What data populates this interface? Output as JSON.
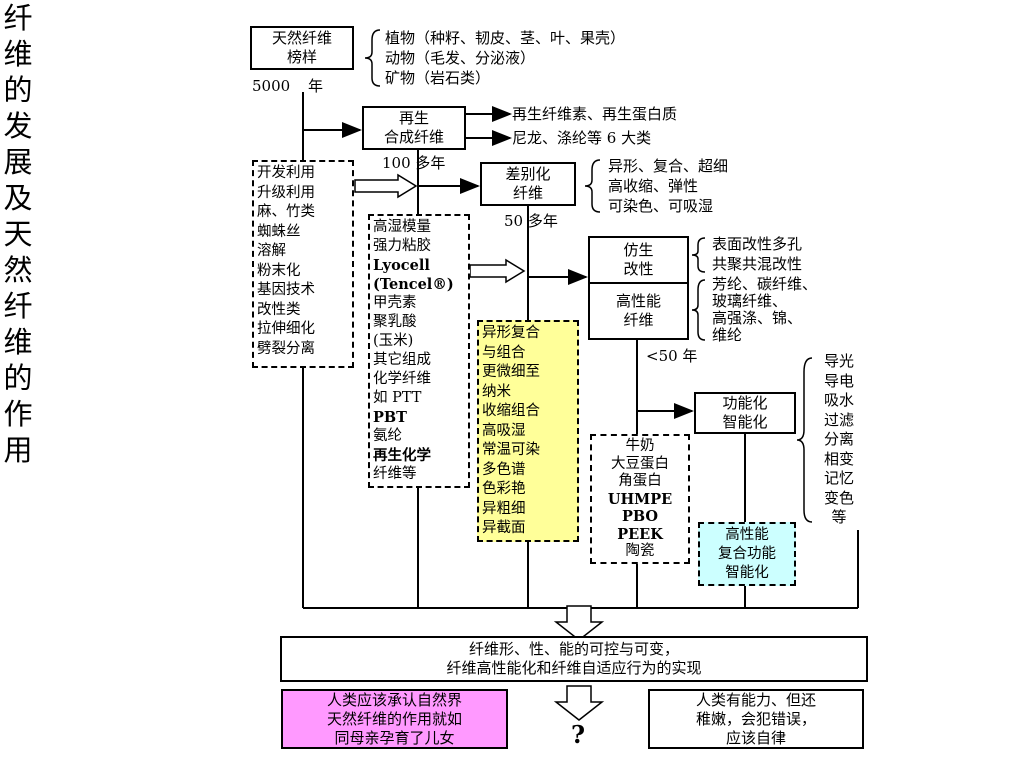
{
  "title": [
    "纤",
    "维",
    "的",
    "发",
    "展",
    "及",
    "天",
    "然",
    "纤",
    "维",
    "的",
    "作",
    "用"
  ],
  "nodes": {
    "natural": [
      "天然纤维",
      "榜样"
    ],
    "natural_sources": [
      "植物（种籽、韧皮、茎、叶、果壳）",
      "动物（毛发、分泌液）",
      "矿物（岩石类）"
    ],
    "years_5000": "5000",
    "year_unit": "年",
    "regen": [
      "再生",
      "合成纤维"
    ],
    "regen_out": [
      "再生纤维素、再生蛋白质",
      "尼龙、涤纶等 6 大类"
    ],
    "years_100": "100 多年",
    "diff": [
      "差别化",
      "纤维"
    ],
    "diff_props": [
      "异形、复合、超细",
      "高收缩、弹性",
      "可染色、可吸湿"
    ],
    "years_50": "50 多年",
    "bionic": [
      "仿生",
      "改性"
    ],
    "bionic_props": [
      "表面改性多孔",
      "共聚共混改性"
    ],
    "highperf": [
      "高性能",
      "纤维"
    ],
    "highperf_props": [
      "芳纶、碳纤维、",
      "玻璃纤维、",
      "高强涤、锦、",
      "维纶"
    ],
    "years_lt50": "<50 年",
    "functional": [
      "功能化",
      "智能化"
    ],
    "functional_props": [
      "导光",
      "导电",
      "吸水",
      "过滤",
      "分离",
      "相变",
      "记忆",
      "变色",
      "等"
    ],
    "dev_list": [
      "开发利用",
      "升级利用",
      "麻、竹类",
      "蜘蛛丝",
      "溶解",
      "粉末化",
      "基因技术",
      "改性类",
      "拉伸细化",
      "劈裂分离"
    ],
    "regen_list": [
      "高湿模量",
      "强力粘胶",
      "Lyocell",
      "(Tencel®)",
      "甲壳素",
      "聚乳酸",
      "(玉米)",
      "其它组成",
      "化学纤维",
      "如 PTT",
      "PBT",
      "氨纶",
      "再生化学",
      "纤维等"
    ],
    "diff_list": [
      "异形复合",
      "与组合",
      "更微细至",
      "纳米",
      "收缩组合",
      "高吸湿",
      "常温可染",
      "多色谱",
      "色彩艳",
      "异粗细",
      "异截面"
    ],
    "hp_list": [
      "牛奶",
      "大豆蛋白",
      "角蛋白",
      "UHMPE",
      "PBO",
      "PEEK",
      "陶瓷"
    ],
    "composite": [
      "高性能",
      "复合功能",
      "智能化"
    ],
    "summary": [
      "纤维形、性、能的可控与可变，",
      "纤维高性能化和纤维自适应行为的实现"
    ],
    "left_conclusion": [
      "人类应该承认自然界",
      "天然纤维的作用就如",
      "同母亲孕育了儿女"
    ],
    "question": "?",
    "right_conclusion": [
      "人类有能力、但还",
      "稚嫩，会犯错误，",
      "应该自律"
    ]
  },
  "colors": {
    "diff_list_bg": "#ffff99",
    "composite_bg": "#ccffff",
    "left_conclusion_bg": "#ff99ff"
  }
}
